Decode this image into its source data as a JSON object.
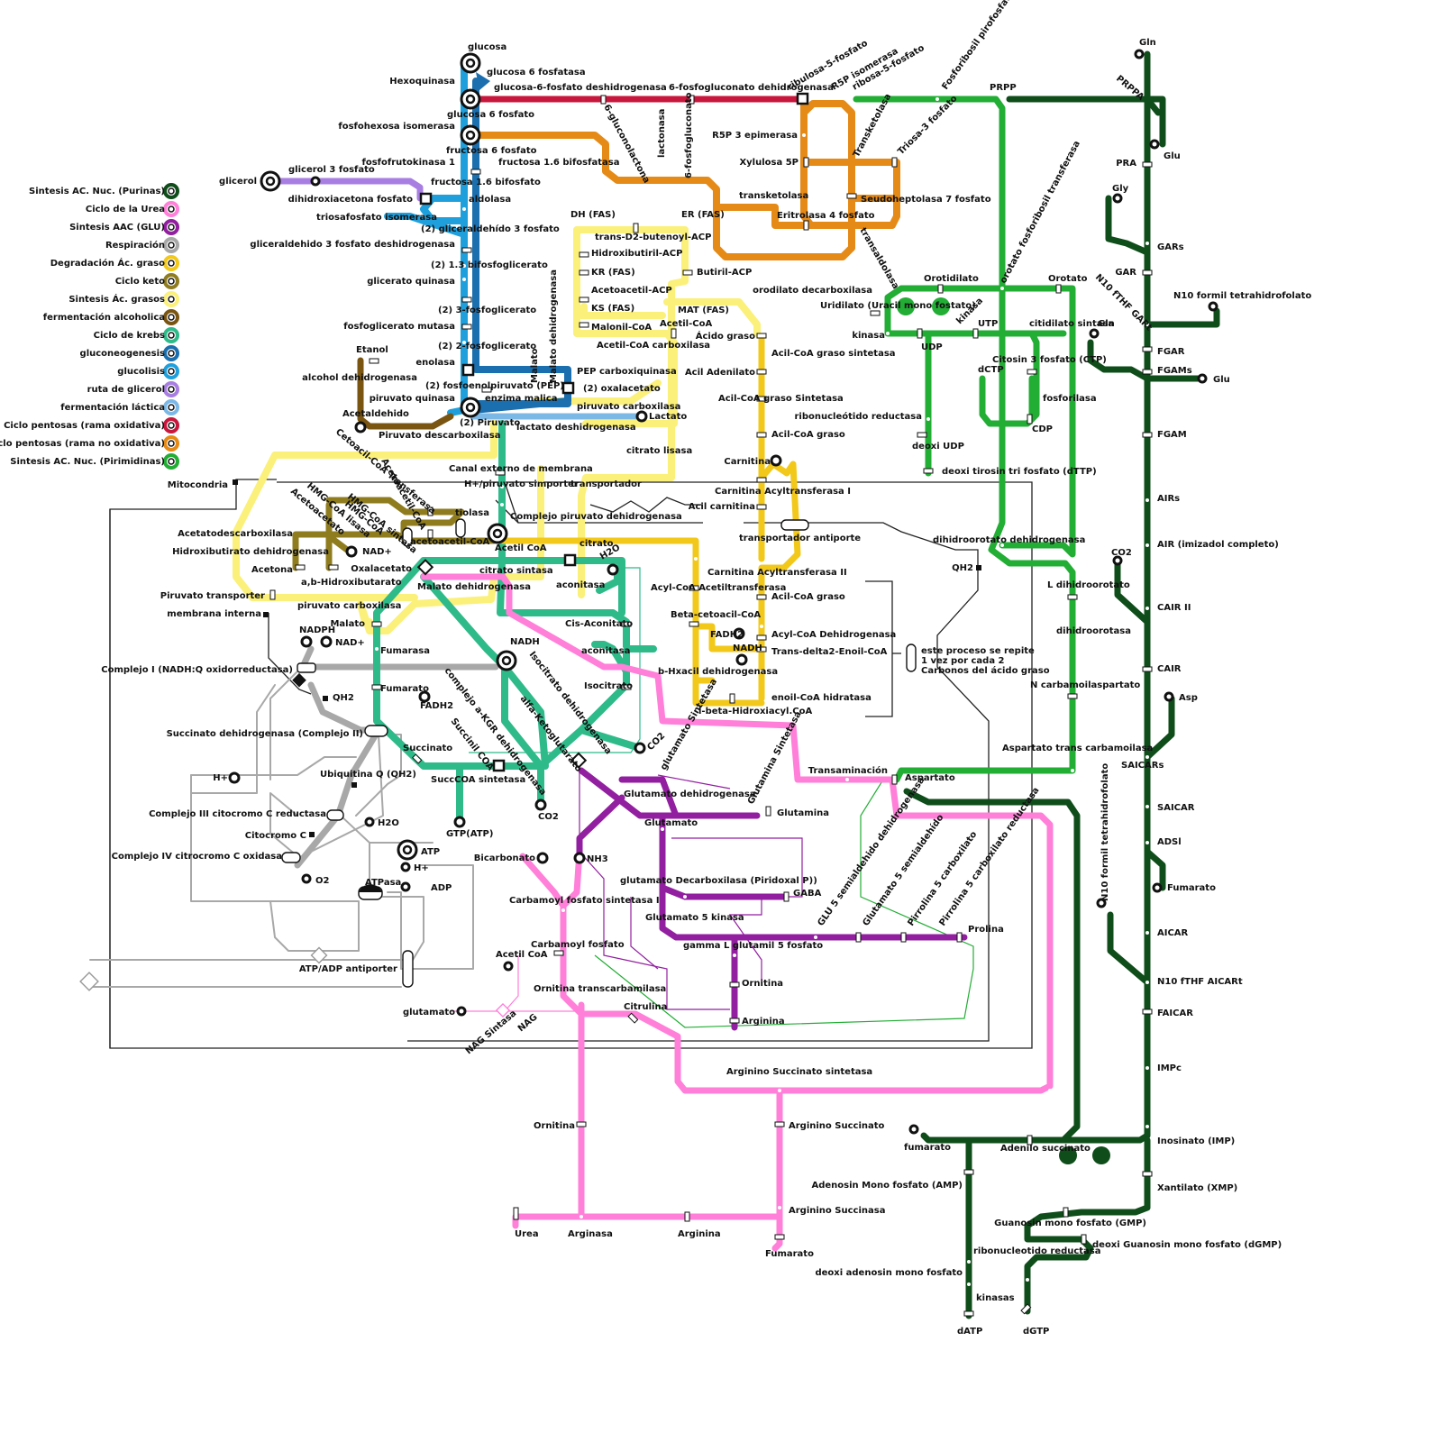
{
  "legend": [
    {
      "label": "Sintesis AC. Nuc. (Purinas)",
      "color": "#0f4d1a"
    },
    {
      "label": "Ciclo de la Urea",
      "color": "#ff7fd9"
    },
    {
      "label": "Sintesis AAC (GLU)",
      "color": "#921fa0"
    },
    {
      "label": "Respiración",
      "color": "#a8a8a8"
    },
    {
      "label": "Degradación Ác. graso",
      "color": "#f2c81a"
    },
    {
      "label": "Ciclo keto",
      "color": "#8f7c1f"
    },
    {
      "label": "Sintesis Ác. grasos",
      "color": "#fbf07a"
    },
    {
      "label": "fermentación alcoholica",
      "color": "#7a5511"
    },
    {
      "label": "Ciclo de krebs",
      "color": "#2fba8a"
    },
    {
      "label": "gluconeogenesis",
      "color": "#1b6fae"
    },
    {
      "label": "glucolisis",
      "color": "#1fa0dc"
    },
    {
      "label": "ruta de glicerol",
      "color": "#a87ee2"
    },
    {
      "label": "fermentación láctica",
      "color": "#7cb8e6"
    },
    {
      "label": "Ciclo pentosas (rama oxidativa)",
      "color": "#c8173c"
    },
    {
      "label": "Ciclo pentosas (rama no oxidativa)",
      "color": "#e58a16"
    },
    {
      "label": "Sintesis AC. Nuc. (Pirimidinas)",
      "color": "#22ad34"
    }
  ],
  "colors": {
    "purine": "#0f4d1a",
    "urea": "#ff7fd9",
    "glu": "#921fa0",
    "resp": "#a8a8a8",
    "fadeg": "#f2c81a",
    "keto": "#8f7c1f",
    "fasyn": "#fbf07a",
    "alc": "#7a5511",
    "krebs": "#2fba8a",
    "gneo": "#1b6fae",
    "glyc": "#1fa0dc",
    "glycerol": "#a87ee2",
    "lact": "#7cb8e6",
    "pox": "#c8173c",
    "pnox": "#e58a16",
    "pyr": "#22ad34"
  },
  "labels": {
    "glucosa": "glucosa",
    "hexoquinasa": "Hexoquinasa",
    "g6fosfatasa": "glucosa 6 fosfatasa",
    "g6pdh": "glucosa-6-fosfato deshidrogenasa",
    "pgdh": "6-fosfogluconato dehidrogenasa",
    "ribulosa": "ribulosa-5-fosfato",
    "r5pisom": "R5P isomerasa",
    "ribosa": "ribosa-5-fosfato",
    "prs": "Fosforibosil pirofosfato",
    "prpp": "PRPP",
    "g6p": "glucosa 6 fosfato",
    "gluconolactona": "6-gluconolactona",
    "lactonasa": "lactonasa",
    "fosfogluconato": "6-fosfogluconato",
    "pgi": "fosfohexosa isomerasa",
    "f6p": "fructosa 6 fosfato",
    "f16bpasa": "fructosa 1.6 bifosfatasa",
    "pfk": "fosfofrutokinasa 1",
    "f16bp": "fructosa 1.6 bifosfato",
    "glicerol": "glicerol",
    "g3fosfato": "glicerol 3 fosfato",
    "dhap": "dihidroxiacetona fosfato",
    "aldolasa": "aldolasa",
    "tpi": "triosafosfato isomerasa",
    "gap": "(2) gliceraldehído 3 fosfato",
    "gapdh": "gliceraldehido 3 fosfato deshidrogenasa",
    "bpg": "(2) 1.3 bifosfoglicerato",
    "pgk": "glicerato quinasa",
    "pg3": "(2) 3-fosfoglicerato",
    "pgm": "fosfoglicerato mutasa",
    "pg2": "(2) 2-fosfoglicerato",
    "enolasa": "enolasa",
    "pep": "(2) fosfoenolpiruvato (PEP)",
    "pk": "piruvato quinasa",
    "piruvato": "(2) Piruvato",
    "pepck": "PEP carboxiquinasa",
    "oxal": "(2) oxalacetato",
    "malico": "enzima malica",
    "pc": "piruvato carboxilasa",
    "ldh": "lactato deshidrogenasa",
    "lactato": "Lactato",
    "malato_v": "Malato",
    "mdh_v": "Malato dehidrogenasa",
    "etanol": "Etanol",
    "adh": "alcohol dehidrogenasa",
    "acetaldehido": "Acetaldehido",
    "pdc": "Piruvato descarboxilasa",
    "r5pepim": "R5P 3 epimerasa",
    "xilulosa": "Xylulosa 5P",
    "transcetolasa": "Transketolasa",
    "triosa3": "Triosa-3 fosfato",
    "transketolasa2": "transketolasa",
    "s7p": "Seudoheptolasa 7 fosfato",
    "e4p": "Eritrolasa 4 fosfato",
    "transaldolasa": "transaldolasa",
    "dhfas": "DH (FAS)",
    "erfas": "ER (FAS)",
    "butenoyl": "trans-D2-butenoyl-ACP",
    "hidroxibutiril": "Hidroxibutiril-ACP",
    "krfas": "KR (FAS)",
    "acetoacetilacp": "Acetoacetil-ACP",
    "ksfas": "KS (FAS)",
    "malonil": "Malonil-CoA",
    "butirilacp": "Butiril-ACP",
    "matfas": "MAT (FAS)",
    "acetilcoa_c": "Acetil-CoA",
    "acc": "Acetil-CoA carboxilasa",
    "citratoliasa": "citrato lisasa",
    "acidograso": "Ácido graso",
    "acilcoasint": "Acil-CoA graso sintetasa",
    "aciladenilato": "Acil Adenilato",
    "acilcoasint2": "Acil-CoA graso Sintetasa",
    "acilcoa": "Acil-CoA graso",
    "carnitina": "Carnitina",
    "cat1": "Carnitina Acyltransferasa I",
    "acilcarnitina": "Acil carnitina",
    "antiporte": "transportador antiporte",
    "cat2": "Carnitina Acyltransferasa II",
    "acilcoa2": "Acil-CoA graso",
    "acad": "Acyl-CoA Dehidrogenasa",
    "enoilcoa": "Trans-delta2-Enoil-CoA",
    "hidratasa": "enoil-CoA hidratasa",
    "hidroxiacil": "l-beta-Hidroxiacyl.CoA",
    "hadh": "b-Hxacil dehidrogenasa",
    "betacetoacil": "Beta-cetoacil-CoA",
    "tiolasa2": "Acyl-CoA Acetiltransferasa",
    "fadh2_b": "FADH2",
    "nadh_b": "NADH",
    "repite": "este proceso se repite\n1 vez por cada 2\nCarbonos del ácido graso",
    "orotidilato": "Orotidilato",
    "ompdc": "orodilato decarboxilasa",
    "umps": "Uridilato (Uracil mono fostato)",
    "kinasa": "kinasa",
    "kinasa2": "kinasa",
    "udp": "UDP",
    "utp": "UTP",
    "ctps": "citidilato sintasa",
    "ctp": "Citosin 3 fosfato (CTP)",
    "dctp": "dCTP",
    "fosforilasa": "fosforilasa",
    "cdp": "CDP",
    "rnr": "ribonucleótido reductasa",
    "dudp": "deoxi UDP",
    "dttp": "deoxi tirosin tri fosfato (dTTP)",
    "oprt": "orotato fosforibosil transferasa",
    "orotato": "Orotato",
    "dhodh": "dihidroorotato dehidrogenasa",
    "qh2": "QH2",
    "dihidroorotato": "L dihidroorotato",
    "dihidroorotasa": "dihidroorotasa",
    "carbasp": "N carbamoilaspartato",
    "atc": "Aspartato trans carbamoilasa",
    "mito": "Mitocondria",
    "membrana": "Canal externo de membrana",
    "symport": "H+/piruvato simporter",
    "transportador": "transportador",
    "pdh": "Complejo piruvato dehidrogenasa",
    "acetilcoa": "Acetil CoA",
    "citrato": "citrato",
    "cs": "citrato sintasa",
    "h2o": "H2O",
    "aconitasa": "aconitasa",
    "cisaco": "Cis-Aconitato",
    "aconitasa2": "aconitasa",
    "isocitrato": "Isocitrato",
    "idh": "Isocitrato dehidrogenasa",
    "co2_a": "CO2",
    "akg": "alfa-Ketoglutarato",
    "akgdh": "complejo a-KGR dehidrogenasa",
    "succoa": "Succinil COA",
    "scs": "SuccCOA sintetasa",
    "gtp": "GTP(ATP)",
    "succinato": "Succinato",
    "fadh2": "FADH2",
    "fumarato": "Fumarato",
    "fumarasa": "Fumarasa",
    "malato": "Malato",
    "mdh": "Malato dehidrogenasa",
    "oxalacetato": "Oxalacetato",
    "nadh": "NADH",
    "pct": "Piruvato transporter",
    "membint": "membrana interna",
    "pcm": "piruvato carboxilasa",
    "tiolasa": "tiolasa",
    "acetoacetilcoa": "acetoacetil-CoA",
    "hmgs": "HMG-CoA sintasa",
    "hmgl": "HMG-CoA lisasa",
    "acetoacetato": "Acetoacetato",
    "acetoacetilcoa_r": "Acetoacetil-CoA",
    "cetoaciltransf": "Cetoacil-CoA Transferasa",
    "hmgcoa": "HMG-CoA",
    "acetatodesc": "Acetatodescarboxilasa",
    "hbdh": "Hidroxibutirato dehidrogenasa",
    "nadp": "NAD+",
    "acetona": "Acetona",
    "abhidroxi": "a,b-Hidroxibutarato",
    "nadph": "NADPH",
    "nadp2": "NAD+",
    "complejo1": "Complejo I (NADH:Q oxidorreductasa)",
    "qh2b": "QH2",
    "complejo2": "Succinato dehidrogenasa (Complejo II)",
    "ubiq": "Ubiquitina Q (QH2)",
    "hplus": "H+",
    "complejo3": "Complejo III citocromo C reductasa",
    "h2ob": "H2O",
    "citc": "Citocromo C",
    "complejo4": "Complejo IV citrocromo C oxidasa",
    "o2": "O2",
    "atp": "ATP",
    "hplus2": "H+",
    "atpasa": "ATPasa",
    "adp": "ADP",
    "antiporter": "ATP/ADP antiporter",
    "gs": "glutamato Sintetasa",
    "transaminacion": "Transaminación",
    "aspartato": "Aspartato",
    "gdh": "Glutamato dehidrogenasa",
    "glutamato": "Glutamato",
    "glnsint": "Glutamina Sintetasa",
    "glutamina": "Glutamina",
    "nh3": "NH3",
    "bicarbonato": "Bicarbonato",
    "co2_b": "CO2",
    "gad": "glutamato Decarboxilasa (Piridoxal P))",
    "gaba": "GABA",
    "g5k": "Glutamato 5 kinasa",
    "glu5p": "gamma L glutamil 5 fosfato",
    "g5sdh": "GLU 5 semialdehido dehidrogenasa",
    "g5sa": "Glutamato 5 semialdehído",
    "p5c": "Pirrolina 5 carboxilato",
    "p5cr": "Pirrolina 5 carboxilato reductasa",
    "prolina": "Prolina",
    "ornitina_g": "Ornitina",
    "arginina_g": "Arginina",
    "cps": "Carbamoyl fosfato sintetasa I",
    "cp": "Carbamoyl fosfato",
    "acetilcoa_u": "Acetil CoA",
    "glutamato_u": "glutamato",
    "nags": "NAG Sintasa",
    "nag": "NAG",
    "otc": "Ornitina transcarbamilasa",
    "citrulina": "Citrulina",
    "ass": "Arginino Succinato sintetasa",
    "argsucc": "Arginino Succinato",
    "ornitina": "Ornitina",
    "argsuccinasa": "Arginino Succinasa",
    "fumarato_u": "Fumarato",
    "urea": "Urea",
    "arginasa": "Arginasa",
    "arginina": "Arginina",
    "gln": "Gln",
    "prppa": "PRPPA",
    "glu": "Glu",
    "pra": "PRA",
    "gly": "Gly",
    "gars": "GARs",
    "gar": "GAR",
    "n10gar": "N10 fTHF GARt",
    "n10": "N10 formil tetrahidrofolato",
    "gln2": "Gln",
    "fgar": "FGAR",
    "fgams": "FGAMs",
    "glu2": "Glu",
    "fgam": "FGAM",
    "airs": "AIRs",
    "air": "AIR (imizadol completo)",
    "co2_p": "CO2",
    "cairii": "CAIR II",
    "cair": "CAIR",
    "asp": "Asp",
    "saicars": "SAICARs",
    "saicar": "SAICAR",
    "adsl": "ADSl",
    "fumarato_p": "Fumarato",
    "n10b": "N10 formil tetrahidrofolato",
    "aicar": "AICAR",
    "aicart": "N10 fTHF AICARt",
    "faicar": "FAICAR",
    "impc": "IMPc",
    "imp": "Inosinato (IMP)",
    "xmp": "Xantilato (XMP)",
    "fumarato_f": "fumarato",
    "adenilo": "Adenilo succinato",
    "amp": "Adenosin Mono fosfato (AMP)",
    "gmp": "Guanosin mono fosfato (GMP)",
    "dgmp": "deoxi Guanosin mono fosfato (dGMP)",
    "rnr2": "ribonucleotido reductasa",
    "damp": "deoxi adenosin mono fosfato",
    "kinasas": "kinasas",
    "datp": "dATP",
    "dgtp": "dGTP"
  }
}
